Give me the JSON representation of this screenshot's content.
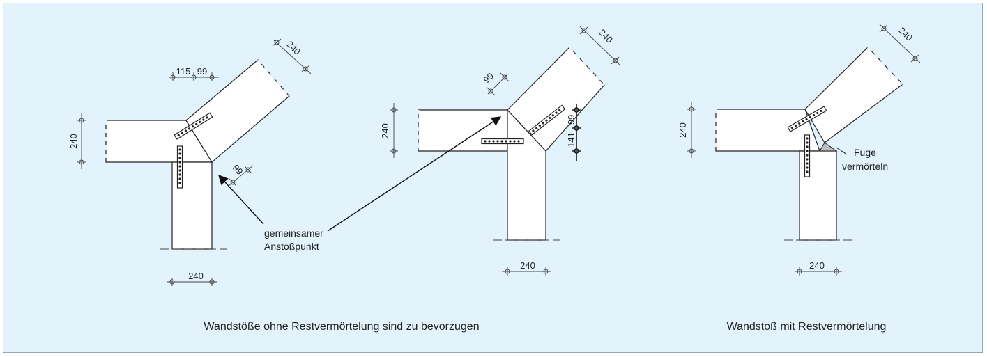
{
  "captions": {
    "left": "Wandstöße ohne Restvermörtelung sind zu bevorzugen",
    "right": "Wandstoß mit Restvermörtelung"
  },
  "labels": {
    "common_point": [
      "gemeinsamer",
      "Anstoßpunkt"
    ],
    "joint_mortar": [
      "Fuge",
      "vermörteln"
    ]
  },
  "dims": {
    "d1": {
      "horizontal_wall": "240",
      "vertical_wall": "240",
      "diagonal_wall": "240",
      "offset_a": "115",
      "offset_b": "99",
      "corner": "99"
    },
    "d2": {
      "horizontal_wall": "240",
      "vertical_wall": "240",
      "diagonal_wall": "240",
      "top_offset": "99",
      "side_upper": "99",
      "side_lower": "141"
    },
    "d3": {
      "horizontal_wall": "240",
      "vertical_wall": "240",
      "diagonal_wall": "240"
    }
  },
  "colors": {
    "background": "#e2f3fb",
    "grout": "#bdbdbd"
  }
}
